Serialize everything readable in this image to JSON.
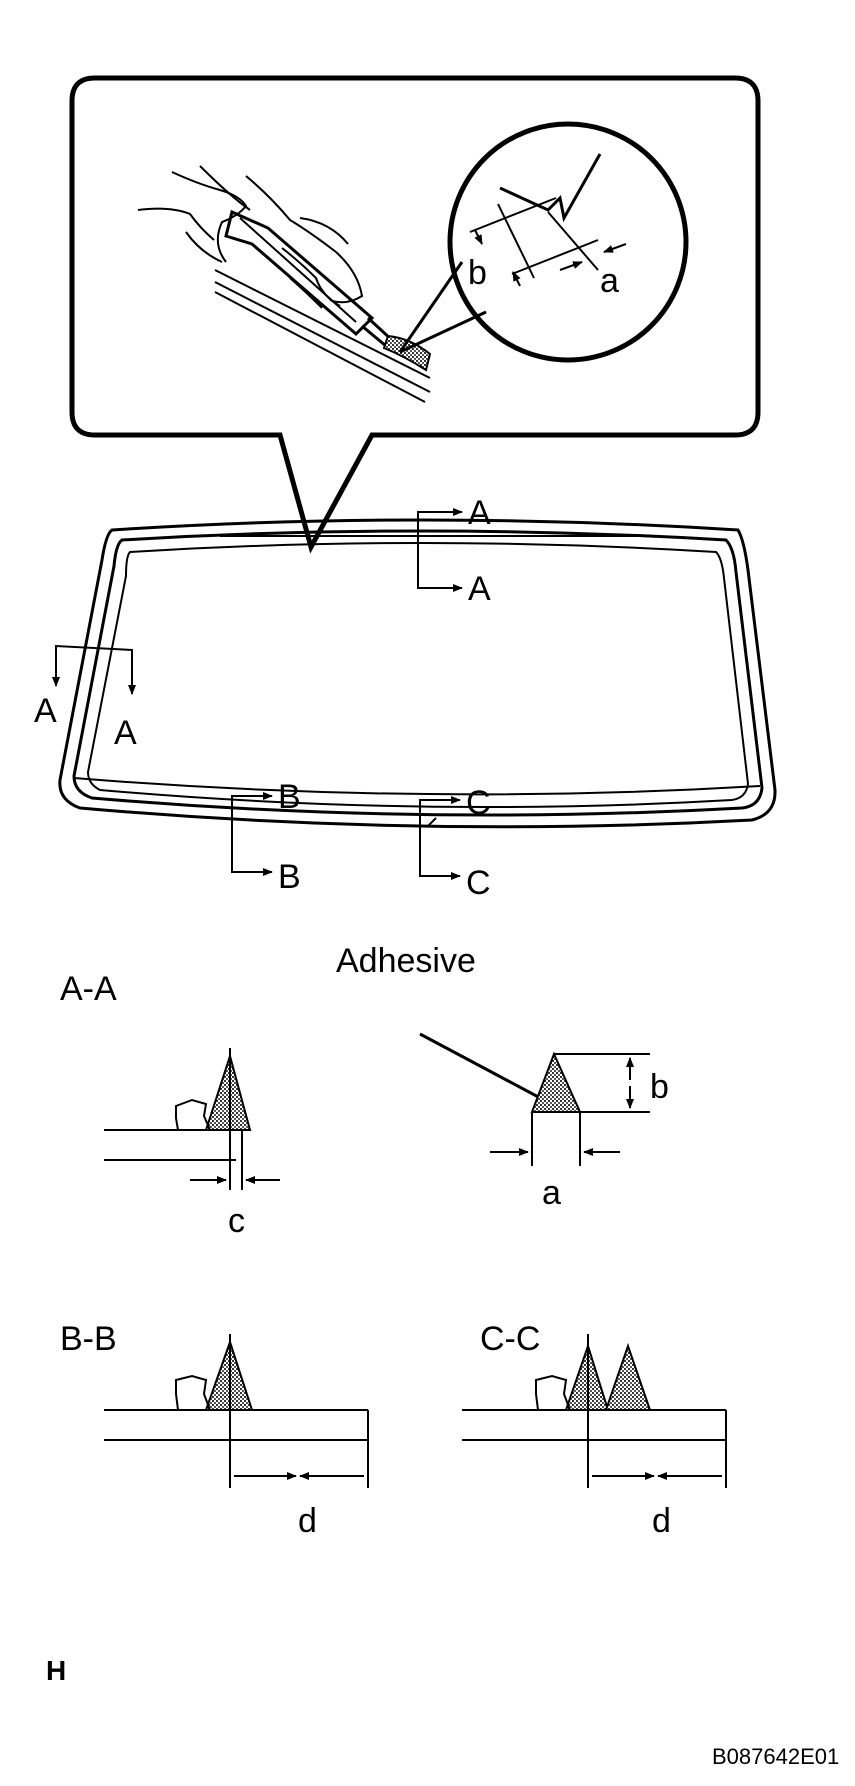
{
  "callout": {
    "detail_label_b": "b",
    "detail_label_a": "a"
  },
  "windshield": {
    "section_labels": {
      "a_top_1": "A",
      "a_top_2": "A",
      "a_left_1": "A",
      "a_left_2": "A",
      "b_1": "B",
      "b_2": "B",
      "c_1": "C",
      "c_2": "C"
    }
  },
  "sections": {
    "aa_title": "A-A",
    "adhesive_label": "Adhesive",
    "aa_dim_c": "c",
    "aa_dim_a": "a",
    "aa_dim_b": "b",
    "bb_title": "B-B",
    "bb_dim_d": "d",
    "cc_title": "C-C",
    "cc_dim_d": "d"
  },
  "footer": {
    "corner_mark": "H",
    "figure_code": "B087642E01"
  },
  "colors": {
    "ink": "#000000",
    "adhesive_fill": "#555555",
    "background": "#ffffff"
  }
}
